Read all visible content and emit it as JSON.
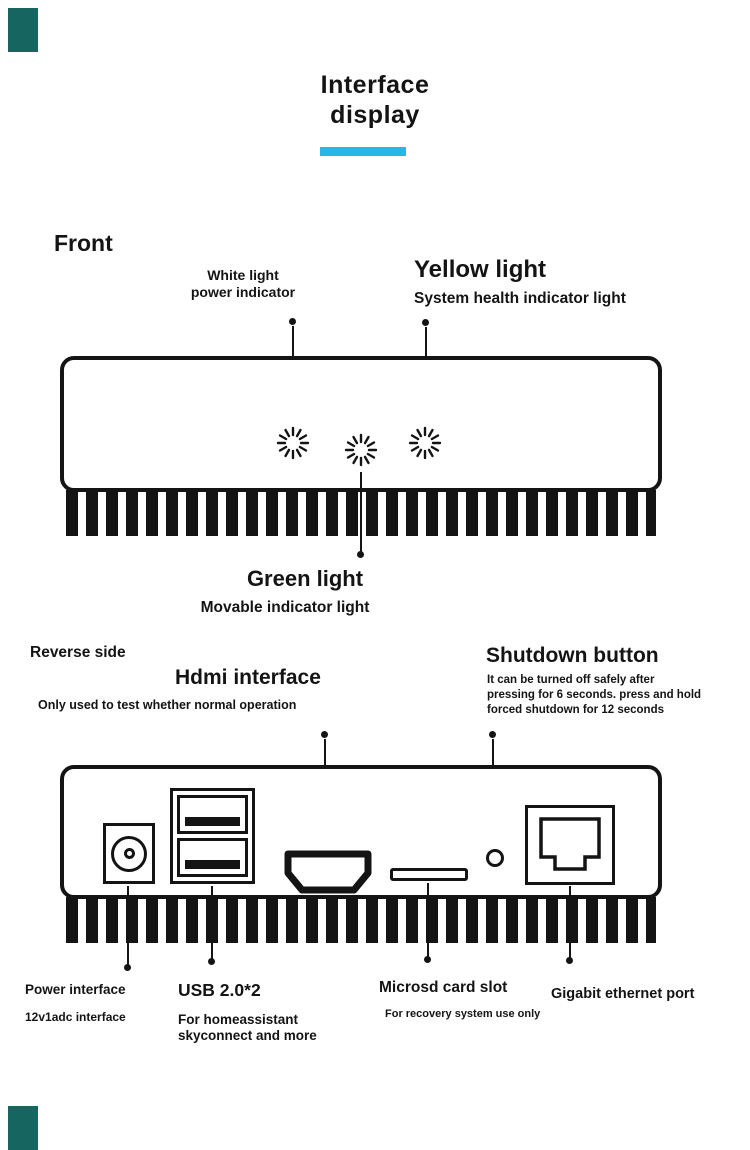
{
  "page": {
    "title_line1": "Interface",
    "title_line2": "display",
    "accent_color": "#2ab5e8",
    "corner_color": "#166561",
    "line_color": "#141414"
  },
  "front": {
    "heading": "Front",
    "white_light": {
      "line1": "White light",
      "line2": "power indicator"
    },
    "yellow_light": {
      "title": "Yellow light",
      "subtitle": "System health indicator light"
    },
    "green_light": {
      "title": "Green light",
      "subtitle": "Movable indicator light"
    },
    "leds": [
      "white-power-led",
      "green-movable-led",
      "yellow-health-led"
    ]
  },
  "reverse": {
    "heading": "Reverse side",
    "hdmi": {
      "title": "Hdmi interface",
      "subtitle": "Only used to test whether normal operation"
    },
    "shutdown": {
      "title": "Shutdown button",
      "desc_lines": [
        "It can be turned off safely after",
        "pressing for 6 seconds. press and hold",
        "forced shutdown for 12 seconds"
      ]
    },
    "power": {
      "title": "Power interface",
      "subtitle": "12v1adc interface"
    },
    "usb": {
      "title": "USB 2.0*2",
      "subtitle_lines": [
        "For homeassistant",
        "skyconnect and more"
      ]
    },
    "microsd": {
      "title": "Microsd card slot",
      "subtitle": "For recovery system use only"
    },
    "ethernet": {
      "title": "Gigabit ethernet port"
    }
  }
}
